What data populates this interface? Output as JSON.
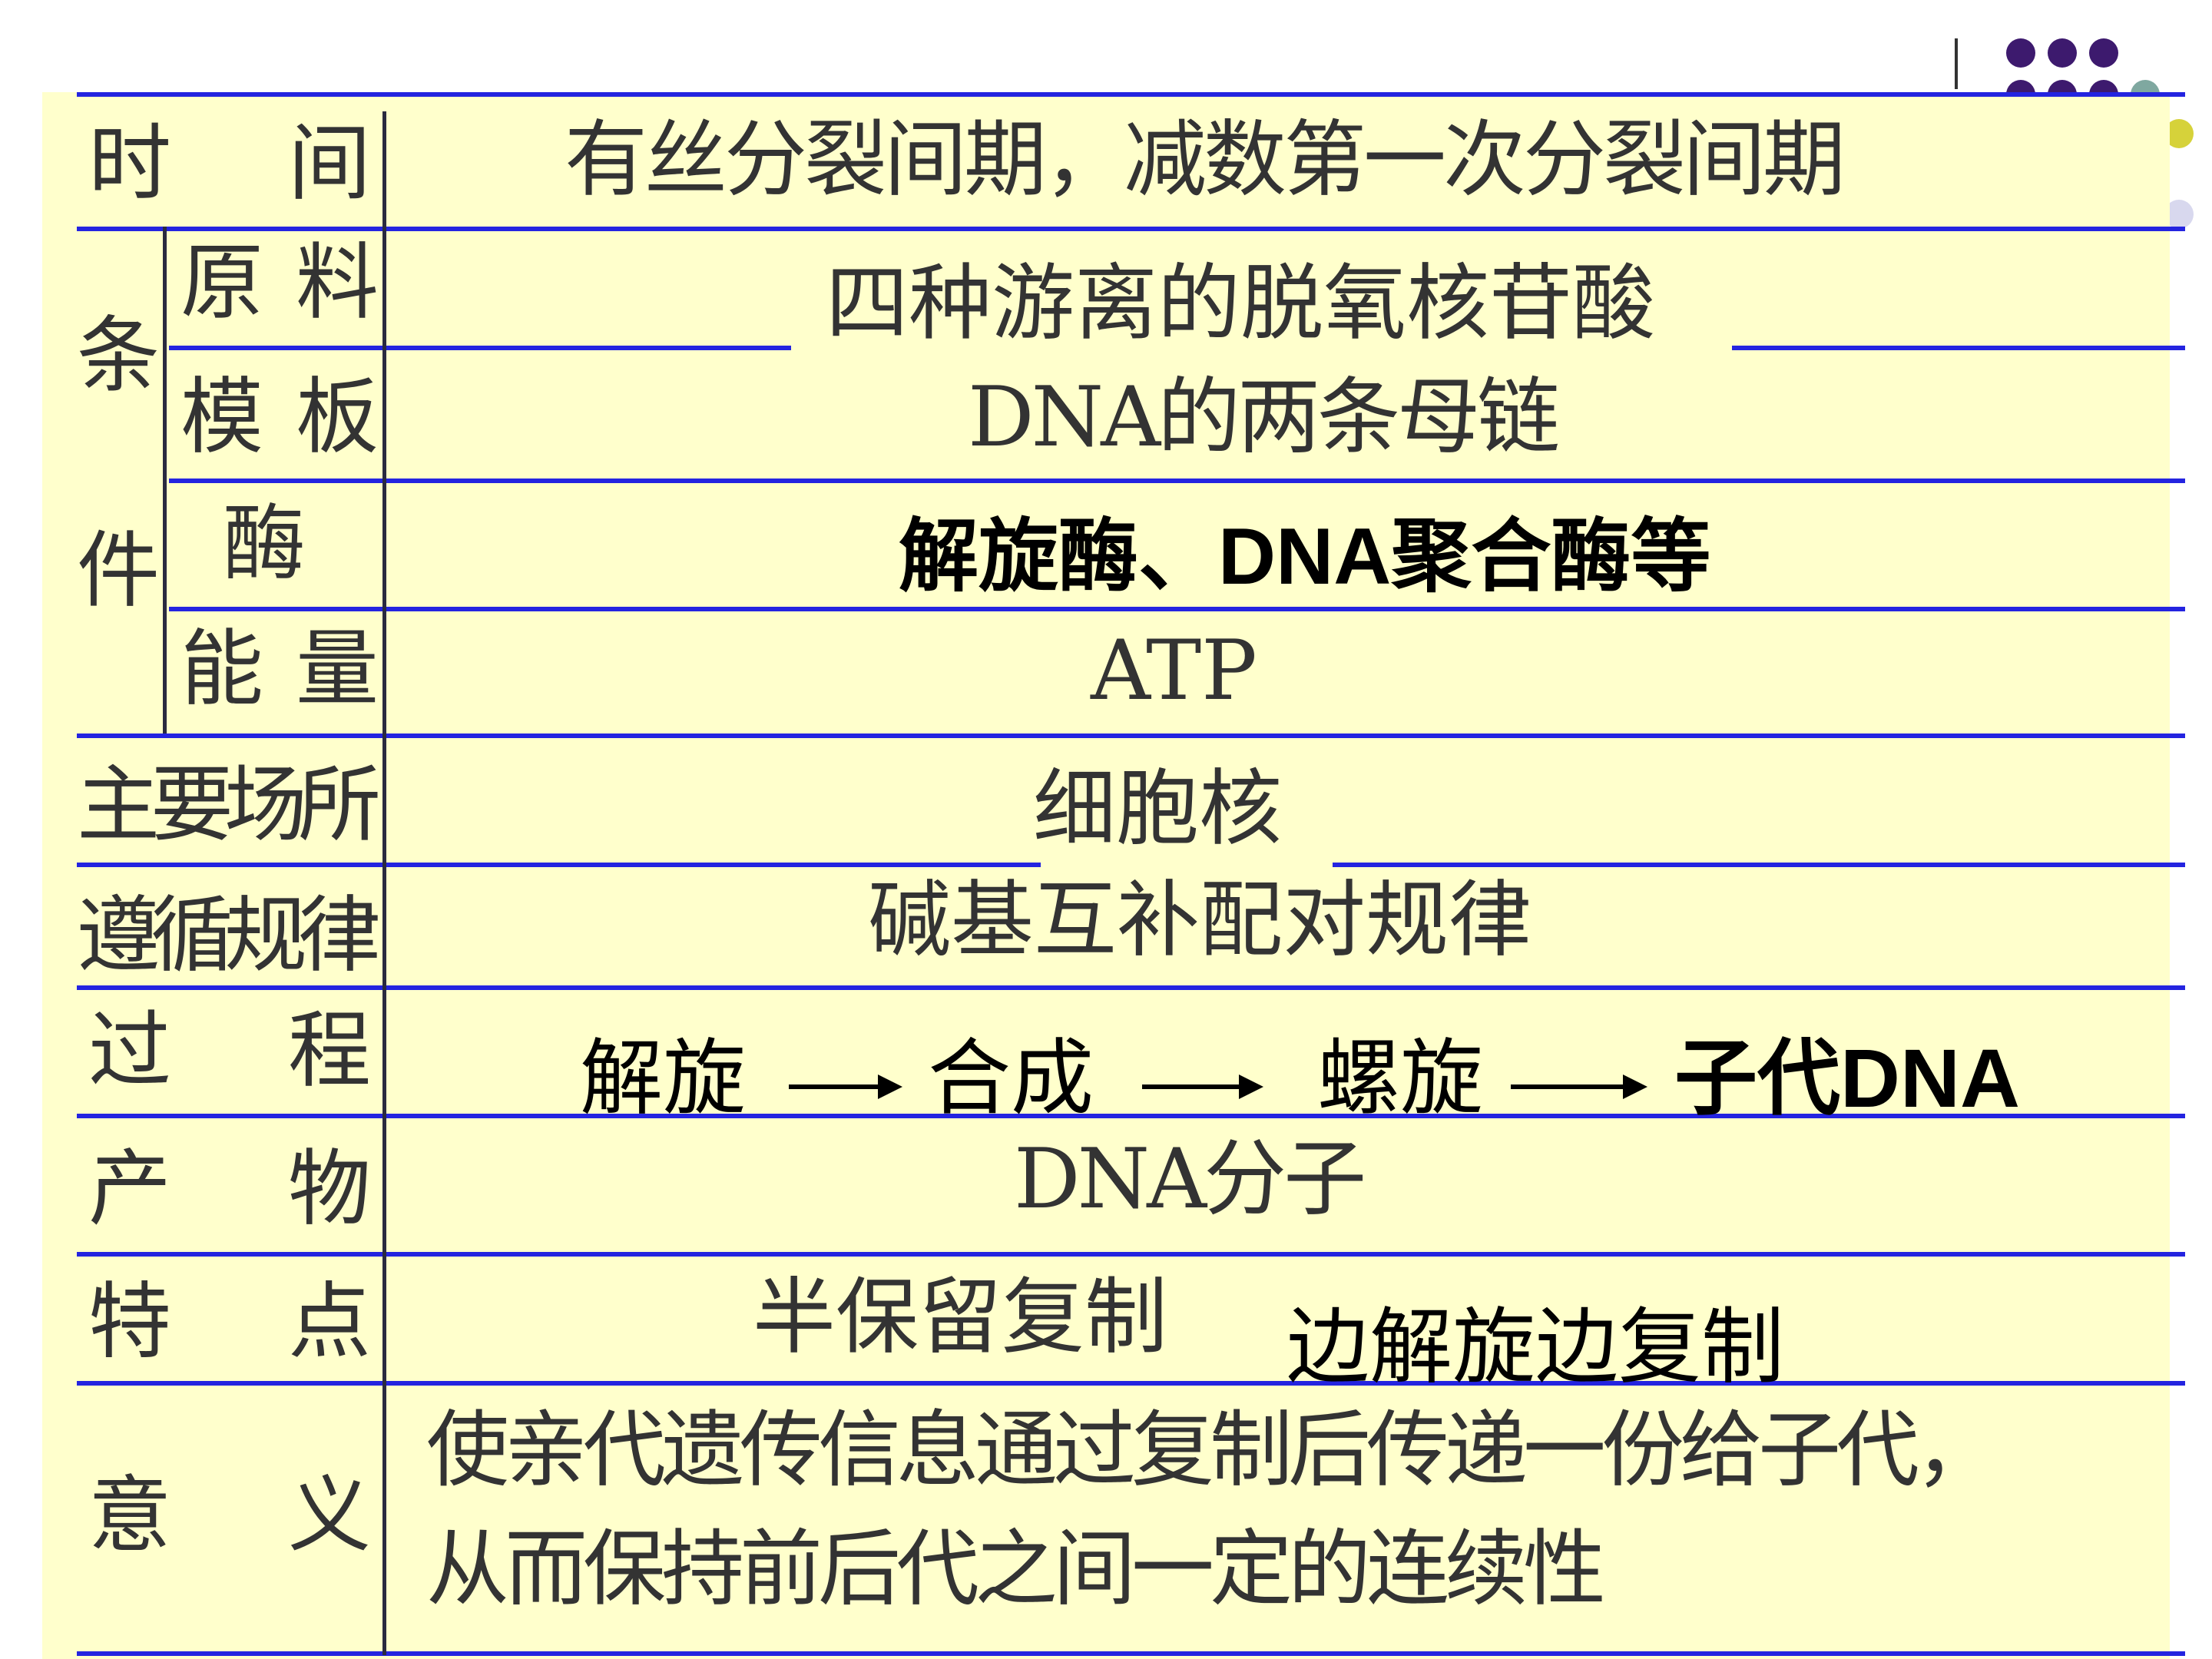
{
  "colors": {
    "panel_bg": "#ffffcc",
    "rule": "#2424e0",
    "dot_purple": "#3d1a6e",
    "dot_teal": "#7fa8a0",
    "dot_yellow": "#d6d23a",
    "dot_lavender": "#d8d8ee"
  },
  "table": {
    "time": {
      "label_a": "时",
      "label_b": "间",
      "value": "有丝分裂间期，减数第一次分裂间期"
    },
    "conditions": {
      "group_label_a": "条",
      "group_label_b": "件",
      "raw_material": {
        "label_a": "原",
        "label_b": "料",
        "value": "四种游离的脱氧核苷酸"
      },
      "template": {
        "label_a": "模",
        "label_b": "板",
        "value": "DNA的两条母链"
      },
      "enzyme": {
        "label": "酶",
        "value": "解旋酶、DNA聚合酶等"
      },
      "energy": {
        "label_a": "能",
        "label_b": "量",
        "value": "ATP"
      }
    },
    "site": {
      "label": "主要场所",
      "value": "细胞核"
    },
    "rule": {
      "label": "遵循规律",
      "value": "碱基互补配对规律"
    },
    "process": {
      "label_a": "过",
      "label_b": "程",
      "steps": [
        "解旋",
        "合成",
        "螺旋",
        "子代DNA"
      ]
    },
    "product": {
      "label_a": "产",
      "label_b": "物",
      "value": "DNA分子"
    },
    "features": {
      "label_a": "特",
      "label_b": "点",
      "value": "半保留复制",
      "extra": "边解旋边复制"
    },
    "significance": {
      "label_a": "意",
      "label_b": "义",
      "line1": "使亲代遗传信息通过复制后传递一份给子代，",
      "line2": "从而保持前后代之间一定的连续性"
    }
  }
}
